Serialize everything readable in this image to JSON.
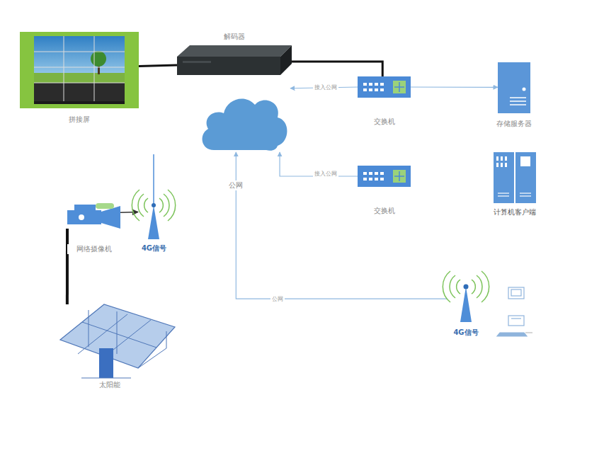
{
  "diagram": {
    "nodes": [
      {
        "text": [
          "拼接屏"
        ]
      },
      {
        "text": [
          "解码器"
        ]
      },
      {
        "text": [
          "交换机"
        ]
      },
      {
        "text": [
          "存储服务器"
        ]
      },
      {
        "text": [
          "交换机"
        ]
      },
      {
        "text": [
          "计算机客户端"
        ]
      },
      {
        "text": [
          "网络摄像机"
        ]
      },
      {
        "text": [
          "4G信号"
        ]
      },
      {
        "text": [
          "太阳能"
        ]
      },
      {
        "text": [
          "公网"
        ]
      },
      {
        "text": [
          "4G信号"
        ]
      }
    ],
    "edges": [
      {
        "from": 0,
        "to": 1,
        "arrow": "none"
      },
      {
        "from": 1,
        "to": 2,
        "arrow": "none"
      },
      {
        "from": 2,
        "to": 3,
        "arrow": "to"
      },
      {
        "from": 2,
        "to": 9,
        "label": "接入公网",
        "arrow": "to"
      },
      {
        "from": 4,
        "to": 9,
        "label": "接入公网",
        "arrow": "to"
      },
      {
        "from": 10,
        "to": 9,
        "label": "公网",
        "arrow": "to"
      },
      {
        "from": 6,
        "to": 7,
        "arrow": "to"
      },
      {
        "from": 6,
        "to": 8,
        "arrow": "none"
      }
    ]
  }
}
